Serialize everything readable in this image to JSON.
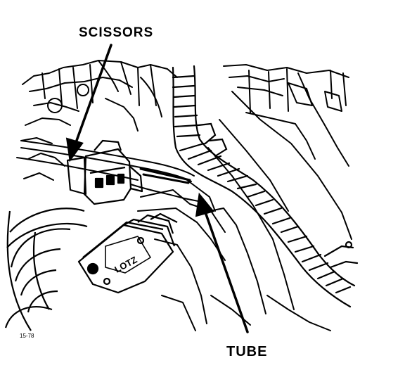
{
  "callouts": {
    "scissors": "SCISSORS",
    "tube": "TUBE"
  },
  "figure_code": "15-78"
}
